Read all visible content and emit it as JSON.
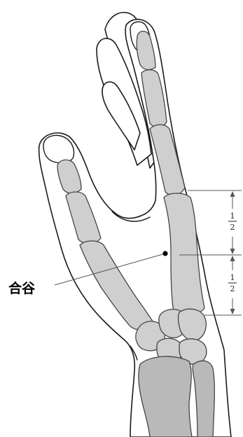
{
  "acupoint": {
    "label": "合谷"
  },
  "measure": {
    "upper": {
      "numerator": "1",
      "denominator": "2"
    },
    "lower": {
      "numerator": "1",
      "denominator": "2"
    }
  }
}
